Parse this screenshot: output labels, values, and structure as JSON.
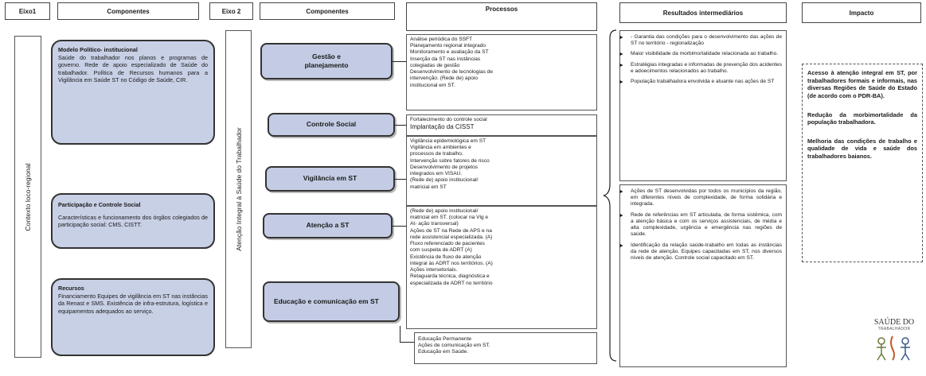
{
  "headers": {
    "eixo1": "Eixo1",
    "componentes1": "Componentes",
    "eixo2": "Eixo 2",
    "componentes2": "Componentes",
    "processos": "Processos",
    "resultados": "Resultados intermediários",
    "impacto": "Impacto"
  },
  "eixo1_vertical": "Contexto loco-regional",
  "eixo2_vertical": "Atenção Integral à Saúde do Trabalhador",
  "eixo1_components": [
    {
      "title": "Modelo Político- institucional",
      "body": "Saúde do trabalhador nos planos e programas de governo. Rede de apoio especializado de Saúde do trabalhador. Política de Recursos humanos para a Vigilância em Saúde ST no Código de Saúde, CIR."
    },
    {
      "title": "Participação e Controle Social",
      "body": "Características e funcionamento dos órgãos colegiados de participação social: CMS, CISTT."
    },
    {
      "title": "Recursos",
      "body": "Financiamento Equipes de vigilância em ST nas instâncias da Renast e SMS. Existência de infra-estrutura, logística e equipamentos adequados ao serviço."
    }
  ],
  "eixo2_components": [
    "Gestão e planejamento",
    "Controle Social",
    "Vigilância em ST",
    "Atenção a ST",
    "Educação e comunicação em ST"
  ],
  "processos": [
    [
      "Análise periódica do SSFT",
      "Planejamento regional integrado",
      "Monitoramento e avaliação da ST",
      "Inserção da ST nas instâncias",
      "colegiadas de gestão",
      "Desenvolvimento de tecnologias de",
      "intervenção. (Rede de) apoio",
      "institucional em ST."
    ],
    [
      "Fortalecimento do controle social",
      "Implantação da CISST"
    ],
    [
      "Vigilância epidemiológica em ST",
      "Vigilância em ambientes e",
      "processos de trabalho.",
      "Intervenção sobre fatores de risco",
      "Desenvolvimento de projetos",
      "integrados em VISAU.",
      "(Rede de) apoio institucional/",
      "matricial em ST"
    ],
    [
      "(Rede de) apoio institucional/",
      "matricial em ST. (colocar na Vig e",
      "At- ação transversal)",
      "Ações de ST na Rede de APS e na",
      "rede assistencial especializada. (A)",
      "Fluxo referenciado de pacientes",
      "com suspeita de ADRT (A)",
      "Existência de fluxo de atenção",
      "integral às ADRT nos territórios. (A)",
      "Ações intersetoriais.",
      "Retaguarda técnica, diagnóstica e",
      "especializada de ADRT no território"
    ],
    [
      "Educação Permanente",
      "Ações de comunicação em ST.",
      "Educação em Saúde."
    ]
  ],
  "resultados": [
    [
      "- Garantia das condições para o desenvolvimento das ações de ST no território - regionalização",
      "Maior visibilidade da morbimortalidade relacionada ao trabalho.",
      "Estratégias integradas e informadas de prevenção dos acidentes e adoecimentos relacionados ao trabalho.",
      "População trabalhadora envolvida e atuante nas ações de ST"
    ],
    [
      "Ações de ST desenvolvidas por todos os municípios da região, em diferentes níveis de complexidade, de forma solidária e integrada.",
      "Rede de referências em ST articulada, de forma sistêmica, com a atenção básica e com os serviços assistenciais, de média e alta complexidade, urgência e emergência nas regiões de saúde.",
      "Identificação da relação saúde-trabalho em todas as instâncias da rede de atenção. Equipes capacitadas em ST, nos diversos níveis de atenção. Controle social capacitado em ST."
    ]
  ],
  "impacto": [
    "Acesso à atenção integral em ST, por trabalhadores formais e informais, nas diversas Regiões de Saúde do Estado (de acordo com o PDR-BA).",
    "Redução da morbimortalidade da população trabalhadora.",
    "Melhoria das condições de trabalho e qualidade de vida e saúde dos trabalhadores baianos."
  ],
  "logo": {
    "line1": "SAÚDE DO",
    "line2": "TRABALHADOR"
  }
}
